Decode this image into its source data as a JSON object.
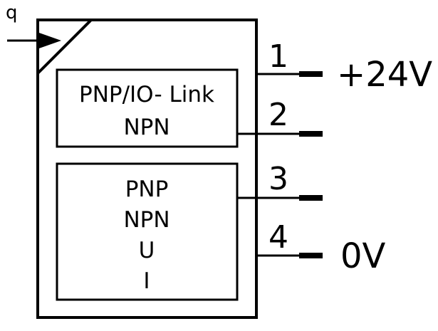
{
  "input": {
    "label": "q"
  },
  "box_top": {
    "lines": [
      "PNP/IO- Link",
      "NPN"
    ]
  },
  "box_bottom": {
    "lines": [
      "PNP",
      "NPN",
      "U",
      "I"
    ]
  },
  "pins": [
    {
      "number": "1",
      "voltage": "+24V"
    },
    {
      "number": "2",
      "voltage": ""
    },
    {
      "number": "3",
      "voltage": ""
    },
    {
      "number": "4",
      "voltage": "0V"
    }
  ],
  "colors": {
    "stroke": "#000000",
    "background": "#ffffff"
  }
}
